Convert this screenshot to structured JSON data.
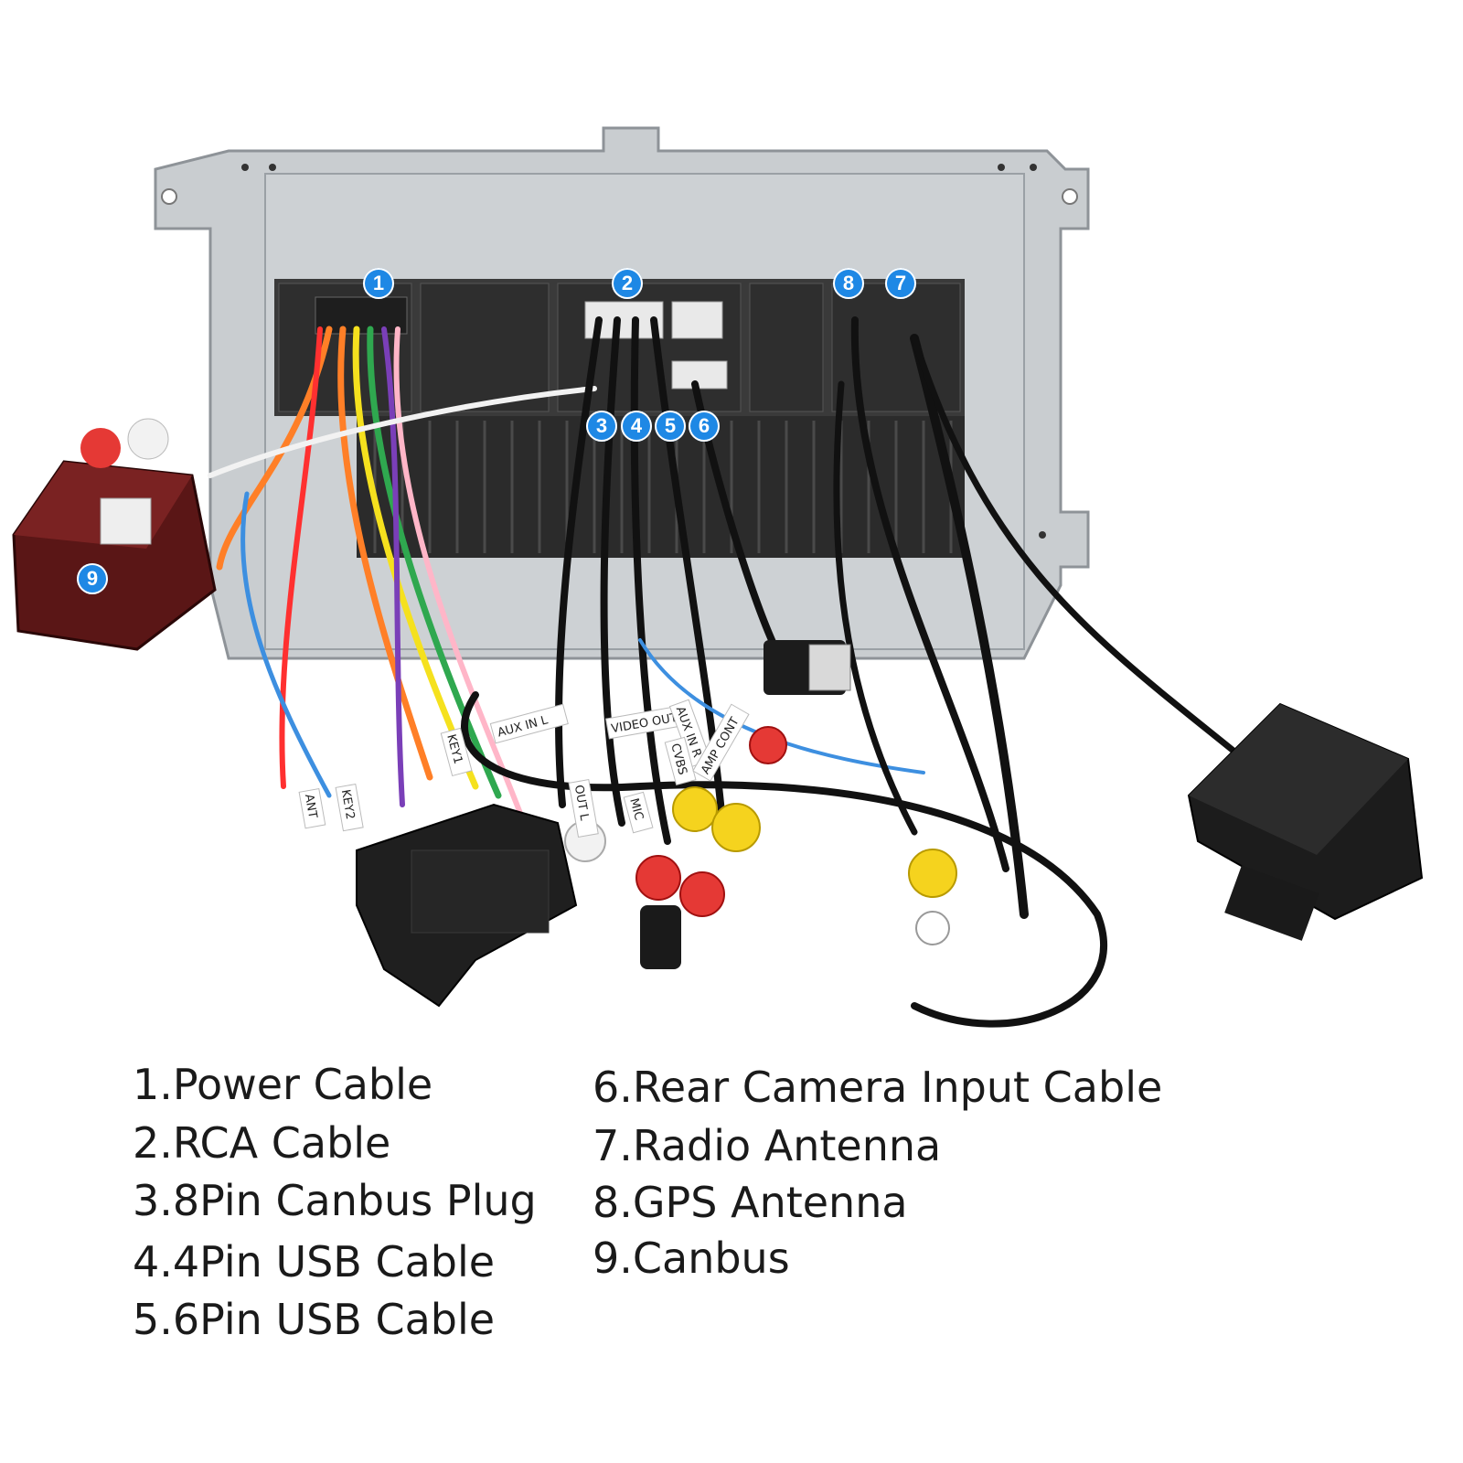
{
  "badges": [
    "1",
    "2",
    "3",
    "4",
    "5",
    "6",
    "7",
    "8",
    "9"
  ],
  "cable_tags": {
    "aux_in_l": "AUX IN L",
    "aux_in_r": "AUX IN R",
    "video_out": "VIDEO OUT",
    "cvbs": "CVBS",
    "amp_cont": "AMP CONT",
    "mic": "MIC",
    "out": "OUT L",
    "ant": "ANT",
    "key2": "KEY2",
    "key1": "KEY1"
  },
  "legend": {
    "left": [
      "1.Power Cable",
      "2.RCA Cable",
      "3.8Pin Canbus Plug",
      "4.4Pin USB Cable",
      "5.6Pin USB Cable"
    ],
    "right": [
      "6.Rear Camera Input Cable",
      "7.Radio Antenna",
      "8.GPS Antenna",
      "9.Canbus"
    ]
  },
  "colors": {
    "badge": "#1e88e5",
    "chassis": "#c9cdd0",
    "heatsink": "#2b2b2b",
    "canbus_box": "#5a1616"
  }
}
